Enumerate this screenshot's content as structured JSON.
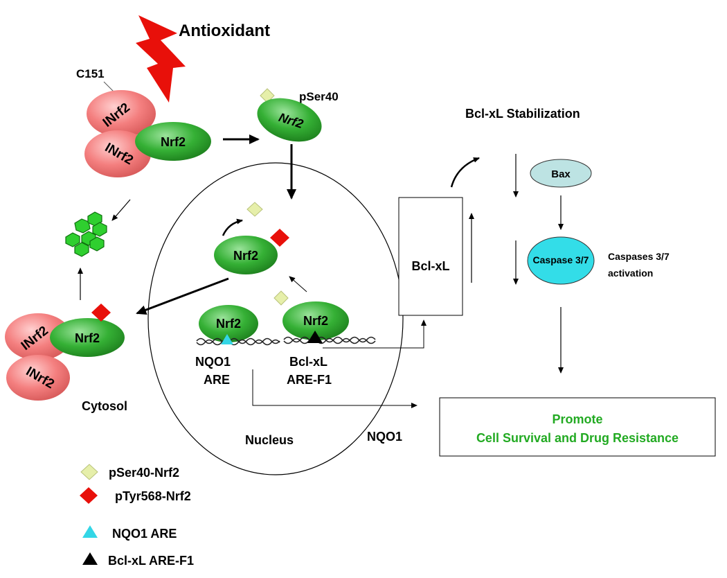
{
  "title": "Antioxidant",
  "labels": {
    "c151": "C151",
    "pser40": "pSer40",
    "bclxl_stabilization": "Bcl-xL Stabilization",
    "bax": "Bax",
    "caspase": "Caspase 3/7",
    "caspases_activation_1": "Caspases 3/7",
    "caspases_activation_2": "activation",
    "bclxl_box": "Bcl-xL",
    "nqo1_are_1": "NQO1",
    "nqo1_are_2": "ARE",
    "bclxl_are_1": "Bcl-xL",
    "bclxl_are_2": "ARE-F1",
    "cytosol": "Cytosol",
    "nucleus": "Nucleus",
    "nqo1": "NQO1",
    "promote_1": "Promote",
    "promote_2": "Cell Survival and Drug Resistance"
  },
  "proteins": {
    "nrf2": "Nrf2",
    "inrf2": "INrf2"
  },
  "legend": [
    {
      "label": "pSer40-Nrf2",
      "symbol": "diamond",
      "color": "#e6efaa"
    },
    {
      "label": "pTyr568-Nrf2",
      "symbol": "diamond",
      "color": "#e8100a"
    },
    {
      "label": "NQO1 ARE",
      "symbol": "triangle",
      "color": "#33d6e6"
    },
    {
      "label": "Bcl-xL ARE-F1",
      "symbol": "triangle",
      "color": "#000000"
    }
  ],
  "colors": {
    "nrf2_fill": "#2faa2f",
    "inrf2_fill": "#f07a7a",
    "bolt": "#e8100a",
    "bax_fill": "#bde3e3",
    "caspase_fill": "#33dde8",
    "promote_text": "#22aa22"
  }
}
